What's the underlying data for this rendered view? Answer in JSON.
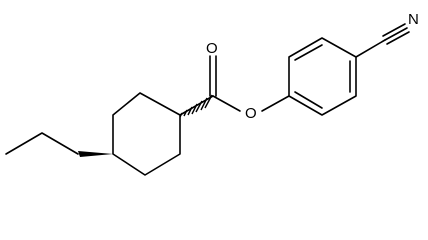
{
  "structure": {
    "type": "skeletal-formula",
    "atoms": {
      "carbonyl_oxygen": "O",
      "ester_oxygen": "O",
      "nitrile_nitrogen": "N"
    },
    "bond_color": "#000000",
    "stereo_bonds": [
      "hashed-wedge",
      "solid-wedge"
    ]
  }
}
